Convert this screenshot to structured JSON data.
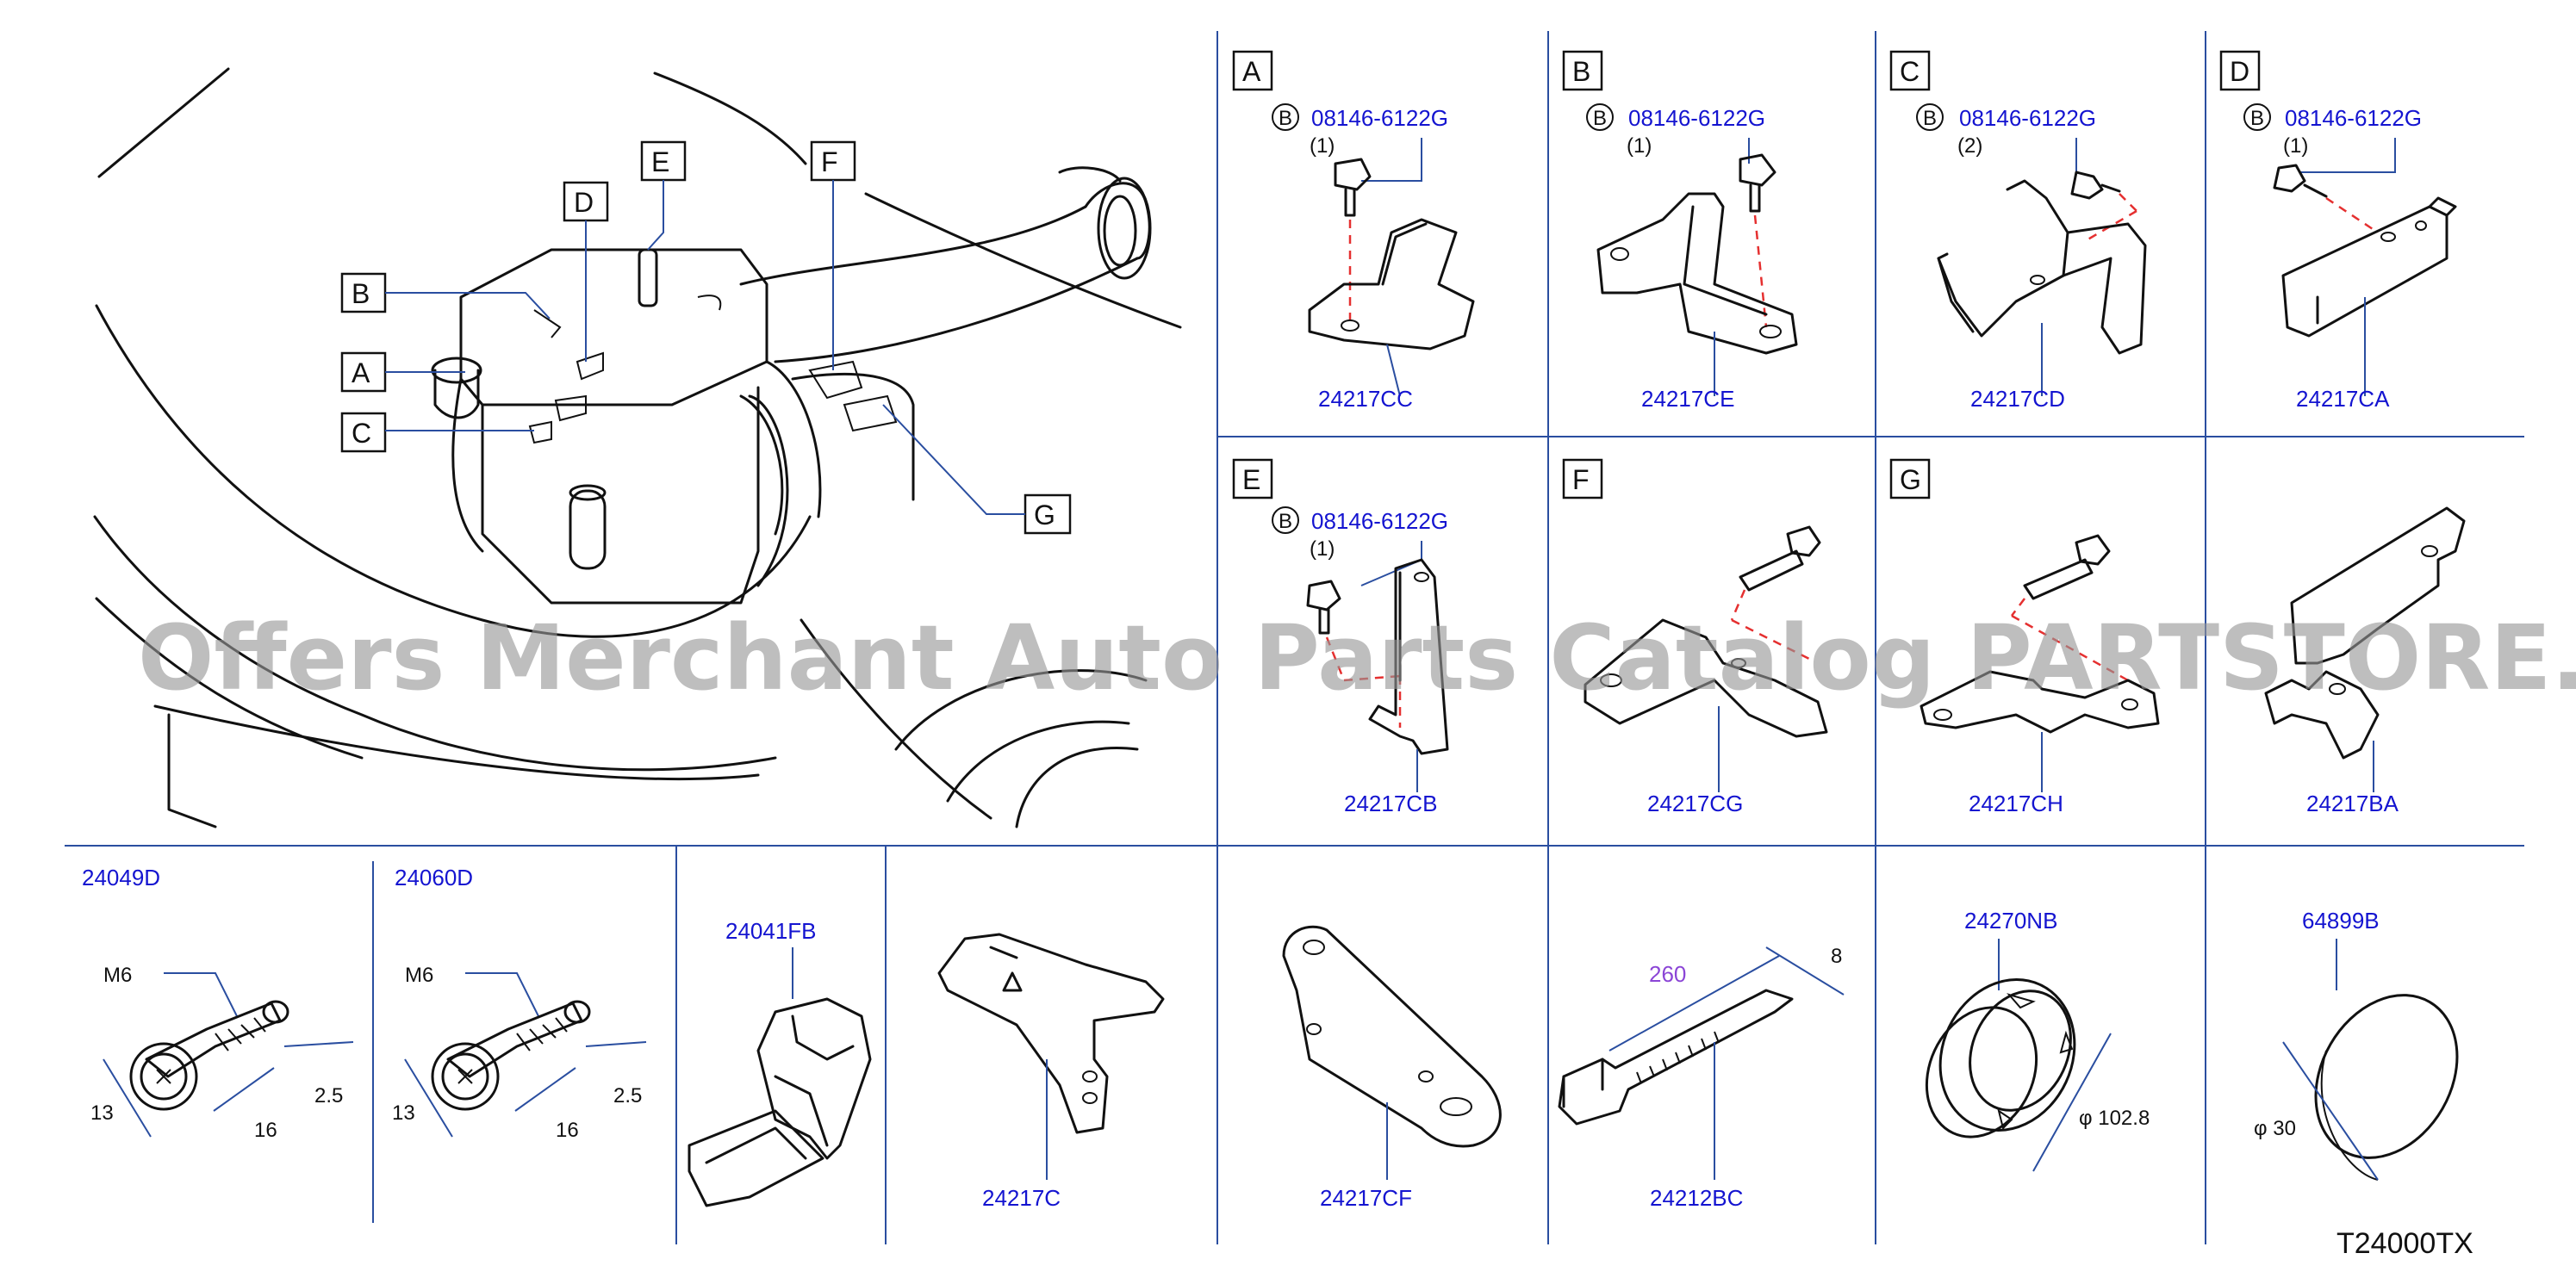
{
  "detail_labels": [
    "A",
    "B",
    "C",
    "D",
    "E",
    "F",
    "G"
  ],
  "overview": {
    "callouts": [
      "A",
      "B",
      "C",
      "D",
      "E",
      "F",
      "G"
    ]
  },
  "panels": {
    "A": {
      "letter": "A",
      "bolt_code": "B",
      "bolt_part": "08146-6122G",
      "qty": "(1)",
      "part": "24217CC"
    },
    "B": {
      "letter": "B",
      "bolt_code": "B",
      "bolt_part": "08146-6122G",
      "qty": "(1)",
      "part": "24217CE"
    },
    "C": {
      "letter": "C",
      "bolt_code": "B",
      "bolt_part": "08146-6122G",
      "qty": "(2)",
      "part": "24217CD"
    },
    "D": {
      "letter": "D",
      "bolt_code": "B",
      "bolt_part": "08146-6122G",
      "qty": "(1)",
      "part": "24217CA"
    },
    "E": {
      "letter": "E",
      "bolt_code": "B",
      "bolt_part": "08146-6122G",
      "qty": "(1)",
      "part": "24217CB"
    },
    "F": {
      "letter": "F",
      "part": "24217CG"
    },
    "G": {
      "letter": "G",
      "part": "24217CH"
    },
    "H": {
      "part": "24217BA"
    }
  },
  "bottom": {
    "bolt1": {
      "part": "24049D",
      "thread": "M6",
      "dim_a": "13",
      "dim_b": "16",
      "dim_c": "2.5"
    },
    "bolt2": {
      "part": "24060D",
      "thread": "M6",
      "dim_a": "13",
      "dim_b": "16",
      "dim_c": "2.5"
    },
    "clip": {
      "part": "24041FB"
    },
    "bracket_c": {
      "part": "24217C"
    },
    "bracket_cf": {
      "part": "24217CF"
    },
    "tie": {
      "part": "24212BC",
      "length": "260",
      "width": "8"
    },
    "grommet": {
      "part": "24270NB",
      "dia": "φ 102.8"
    },
    "plug": {
      "part": "64899B",
      "dia": "φ 30"
    }
  },
  "watermark": "Offers Merchant Auto Parts Catalog PARTSTORE.SA",
  "ref_code": "T24000TX"
}
